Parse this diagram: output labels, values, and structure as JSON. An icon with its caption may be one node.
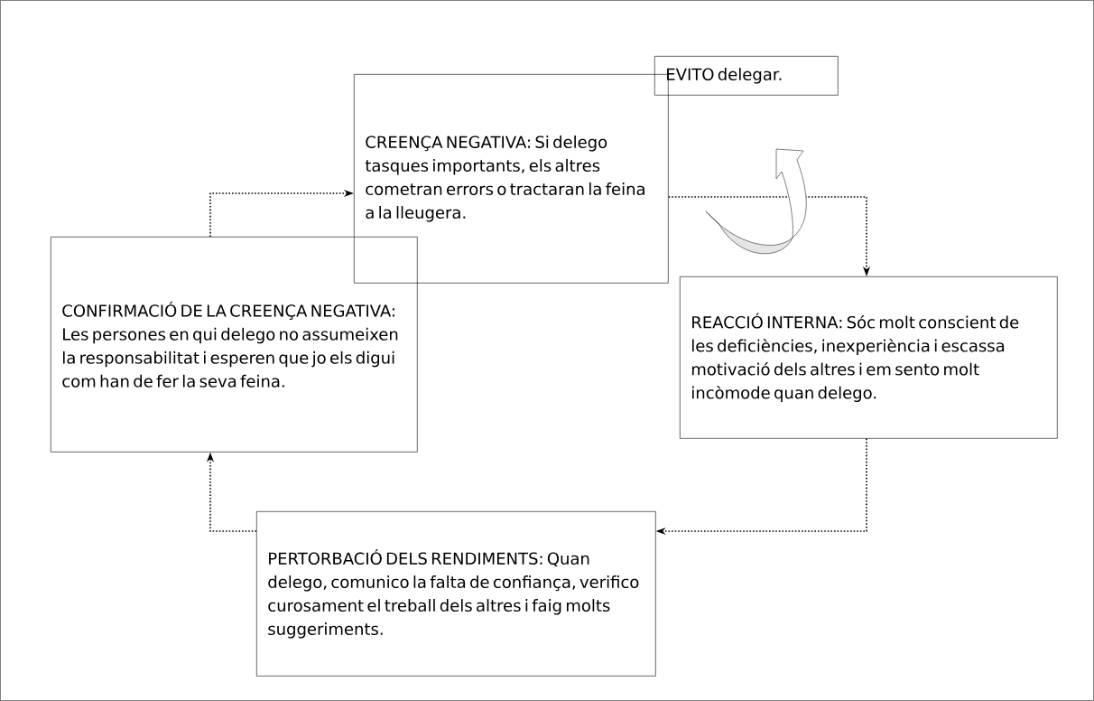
{
  "diagram": {
    "nodes": [
      {
        "text": [
          "EVITO delegar."
        ]
      },
      {
        "text": [
          "CREENÇA NEGATIVA: Si delego tasques importants, els altres cometran errors o tractaran la feina a la lleugera."
        ]
      },
      {
        "text": [
          "REACCIÓ INTERNA: Sóc molt conscient de les deficiències, inexperiència i escassa motivació dels altres i em sento molt incòmode quan delego."
        ]
      },
      {
        "text": [
          "PERTORBACIÓ DELS RENDIMENTS: Quan delego, comunico la falta de confiança, verifico curosament el treball dels altres i faig molts suggeriments."
        ]
      },
      {
        "text": [
          "CONFIRMACIÓ DE LA CREENÇA NEGATIVA: Les persones en qui delego no assumeixen la responsabilitat i esperen que jo els digui com han de fer la seva feina."
        ]
      }
    ],
    "edges": [
      {
        "from": 1,
        "to": 2,
        "arrow": "to"
      },
      {
        "from": 2,
        "to": 3,
        "arrow": "to"
      },
      {
        "from": 3,
        "to": 4,
        "arrow": "to"
      },
      {
        "from": 4,
        "to": 1,
        "arrow": "to"
      }
    ]
  }
}
